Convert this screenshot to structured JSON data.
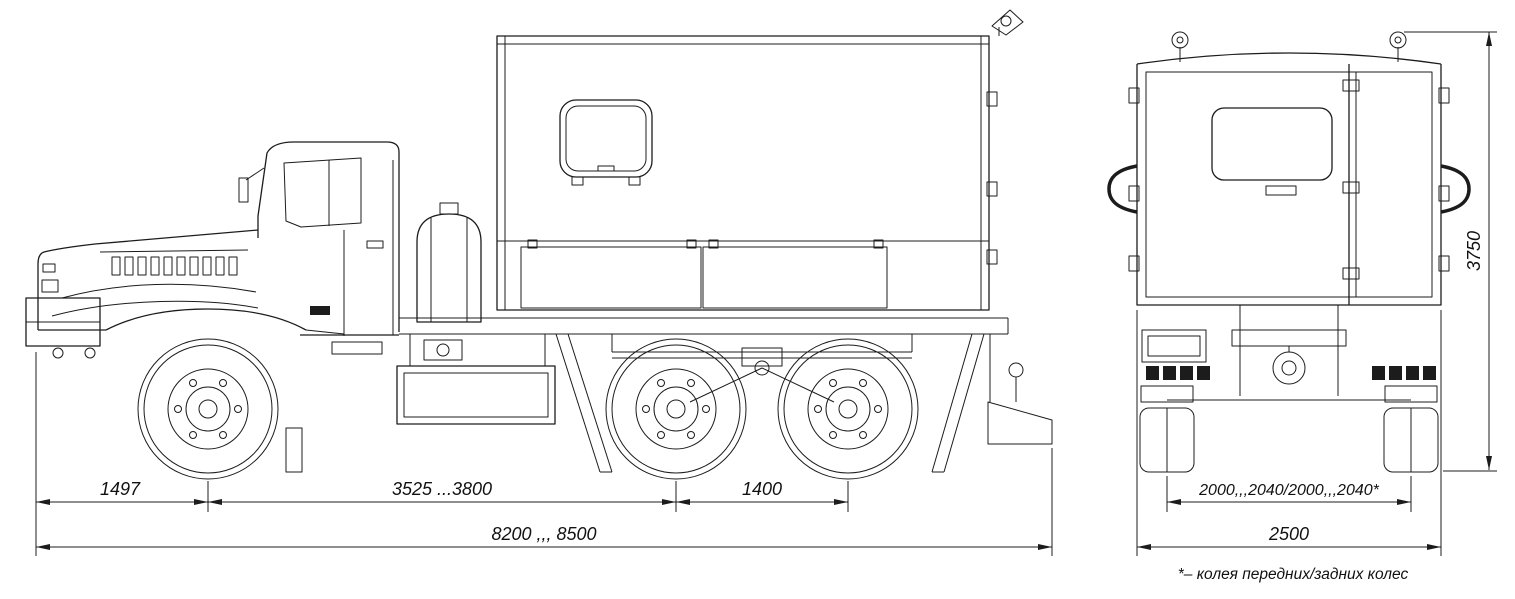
{
  "background": "#ffffff",
  "ink": "#1c1c1c",
  "dims": {
    "front_overhang": "1497",
    "wheelbase": "3525 ...3800",
    "bogie_spacing": "1400",
    "overall_length": "8200 ,,, 8500",
    "rear_track": "2000,,,2040/2000,,,2040*",
    "overall_width": "2500",
    "overall_height": "3750",
    "footnote": "*– колея передних/задних колес"
  }
}
